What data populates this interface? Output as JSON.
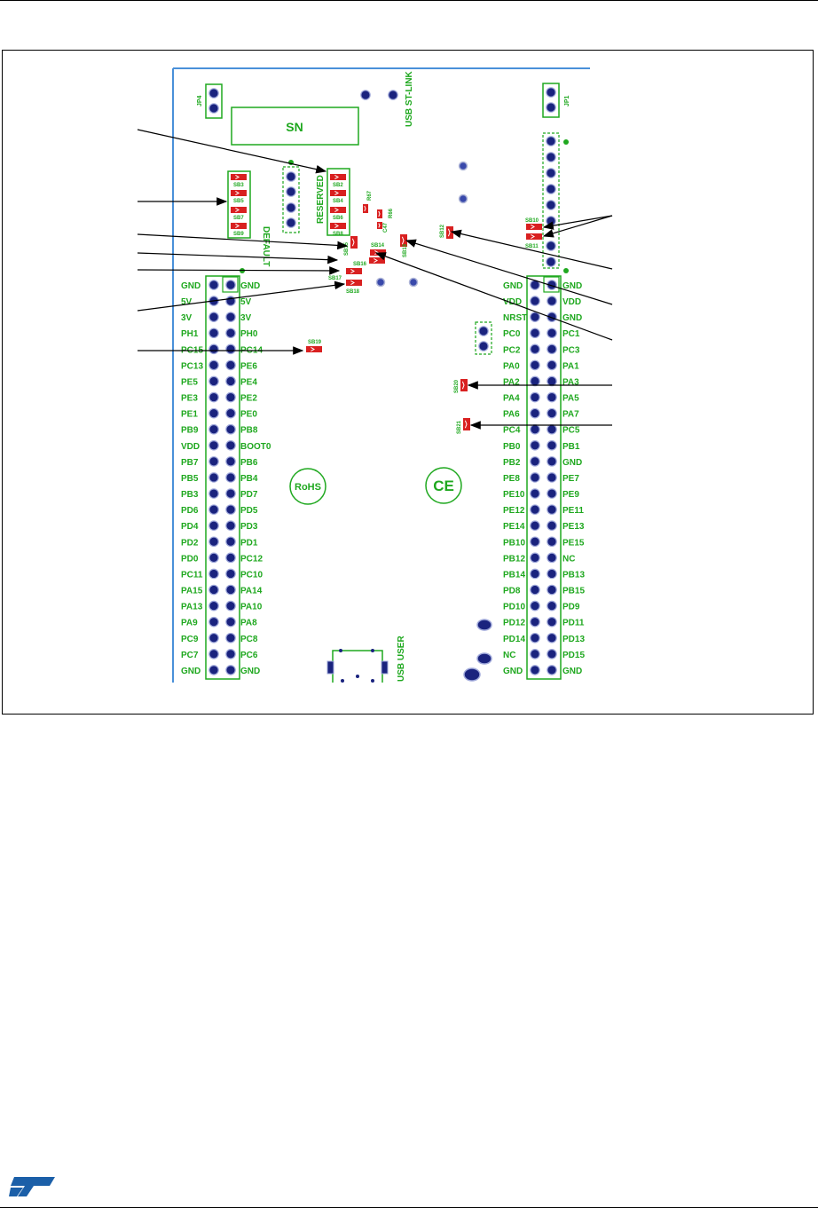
{
  "colors": {
    "green": "#1fa81f",
    "pad": "#1a237e",
    "jumper": "#d92020",
    "board_edge": "#4a90d9",
    "arrow": "#000000"
  },
  "board": {
    "sn_label": "SN",
    "usb_stlink_label": "USB ST-LINK",
    "usb_user_label": "USB USER",
    "default_label": "DEFAULT",
    "reserved_label": "RESERVED",
    "jp4_label": "JP4",
    "jp1_label": "JP1",
    "rohs_label": "RoHS",
    "ce_label": "CE",
    "left_header": {
      "outer": [
        "GND",
        "5V",
        "3V",
        "PH1",
        "PC15",
        "PC13",
        "PE5",
        "PE3",
        "PE1",
        "PB9",
        "VDD",
        "PB7",
        "PB5",
        "PB3",
        "PD6",
        "PD4",
        "PD2",
        "PD0",
        "PC11",
        "PA15",
        "PA13",
        "PA9",
        "PC9",
        "PC7",
        "GND"
      ],
      "inner": [
        "GND",
        "5V",
        "3V",
        "PH0",
        "PC14",
        "PE6",
        "PE4",
        "PE2",
        "PE0",
        "PB8",
        "BOOT0",
        "PB6",
        "PB4",
        "PD7",
        "PD5",
        "PD3",
        "PD1",
        "PC12",
        "PC10",
        "PA14",
        "PA10",
        "PA8",
        "PC8",
        "PC6",
        "GND"
      ]
    },
    "right_header": {
      "inner": [
        "GND",
        "VDD",
        "NRST",
        "PC0",
        "PC2",
        "PA0",
        "PA2",
        "PA4",
        "PA6",
        "PC4",
        "PB0",
        "PB2",
        "PE8",
        "PE10",
        "PE12",
        "PE14",
        "PB10",
        "PB12",
        "PB14",
        "PD8",
        "PD10",
        "PD12",
        "PD14",
        "NC",
        "GND"
      ],
      "outer": [
        "GND",
        "VDD",
        "GND",
        "PC1",
        "PC3",
        "PA1",
        "PA3",
        "PA5",
        "PA7",
        "PC5",
        "PB1",
        "GND",
        "PE7",
        "PE9",
        "PE11",
        "PE13",
        "PE15",
        "NC",
        "PB13",
        "PB15",
        "PD9",
        "PD11",
        "PD13",
        "PD15",
        "GND"
      ]
    },
    "jumper_labels": [
      "SB2",
      "SB3",
      "SB4",
      "SB5",
      "SB6",
      "SB7",
      "SB8",
      "SB9",
      "SB10",
      "SB11",
      "SB12",
      "SB13",
      "SB14",
      "SB15",
      "SB16",
      "SB17",
      "SB18",
      "SB19",
      "SB20",
      "SB21",
      "R67",
      "R66",
      "C47"
    ]
  }
}
